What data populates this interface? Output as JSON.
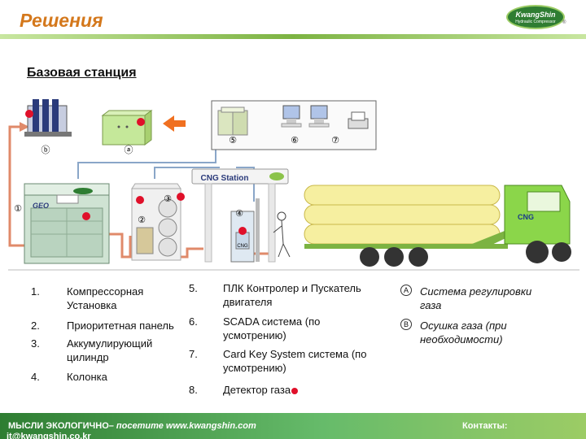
{
  "header": {
    "title": "Решения",
    "logo_name": "KwangShin",
    "logo_tagline": "Hydraulic Compressor",
    "registered_mark": "®"
  },
  "subtitle": "Базовая станция",
  "diagram": {
    "station_sign": "CNG Station",
    "cng_label": "CNG",
    "dispenser_label": "CNG",
    "geo_label": "GEO",
    "markers": [
      "①",
      "②",
      "③",
      "④",
      "⑤",
      "⑥",
      "⑦",
      "ⓐ",
      "ⓑ"
    ]
  },
  "list_left": [
    {
      "num": "1.",
      "text": "Компрессорная Установка"
    },
    {
      "num": "2.",
      "text": "Приоритетная панель"
    },
    {
      "num": "3.",
      "text": "Аккумулирующий цилиндр"
    },
    {
      "num": "4.",
      "text": "Колонка"
    }
  ],
  "list_mid": [
    {
      "num": "5.",
      "text": "ПЛК Контролер и Пускатель двигателя"
    },
    {
      "num": "6.",
      "text": "SCADA система (по усмотрению)"
    },
    {
      "num": "7.",
      "text": "Card Key System система (по усмотрению)"
    },
    {
      "num": "8.",
      "text": "Детектор газа"
    }
  ],
  "legend": [
    {
      "mark": "A",
      "text": "Система регулировки газа"
    },
    {
      "mark": "B",
      "text": "Осушка газа (при необходимости)"
    }
  ],
  "footer": {
    "slogan": "МЫСЛИ ЭКОЛОГИЧНО",
    "site_text": "– посетите www.kwangshin.com",
    "contacts": "Контакты:",
    "email": "it@kwangshin.co.kr"
  },
  "colors": {
    "accent": "#d4781c",
    "footer_green": "#2e7d32",
    "detector_dot": "#e0102a",
    "pipe": "#e08a6a",
    "cable": "#8aa6c8"
  }
}
